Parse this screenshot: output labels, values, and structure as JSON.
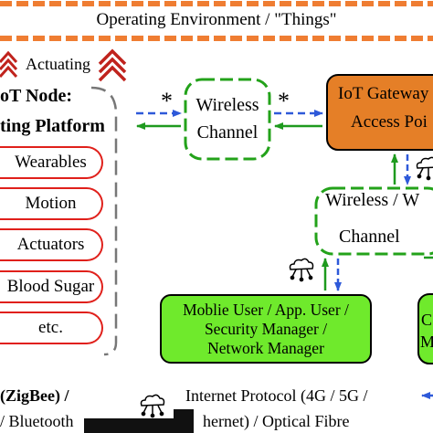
{
  "environment": {
    "label": "Operating Environment /  \"Things\""
  },
  "actuating": {
    "label": "Actuating"
  },
  "iot_node": {
    "title": "oT Node:",
    "subtitle": "ting Platform",
    "sensors": [
      "Wearables",
      "Motion",
      "Actuators",
      "Blood Sugar",
      "etc."
    ]
  },
  "star_marker": "*",
  "wireless_channel_a": {
    "line1": "Wireless",
    "line2": "Channel"
  },
  "gateway": {
    "line1": "IoT Gateway",
    "line2": "Access Poi"
  },
  "wireless_channel_b": {
    "line1": "Wireless / W",
    "line2": "Channel"
  },
  "mobile_user": {
    "line1": "Moblie User / App. User /",
    "line2": "Security Manager /",
    "line3": "Network Manager"
  },
  "right_box_partial": {
    "line1": "C",
    "line2": "M"
  },
  "bottom": {
    "zigbee": "(ZigBee) /",
    "bluetooth": "/ Bluetooth",
    "internet_protocol": "Internet Protocol (4G / 5G /",
    "ethernet": "hernet) / Optical Fibre"
  },
  "colors": {
    "environment_border": "#ef7d32",
    "gateway_fill": "#e57f27",
    "mobile_fill": "#6fea2c",
    "dashed_green": "#23a21a",
    "arrow_blue": "#2e59d9",
    "arrow_green": "#1e9a1e",
    "sensor_border": "#e0201b",
    "actuating_chevrons": "#c0231d"
  },
  "icons": [
    "actuating-chevrons-icon",
    "cloud-network-icon"
  ]
}
